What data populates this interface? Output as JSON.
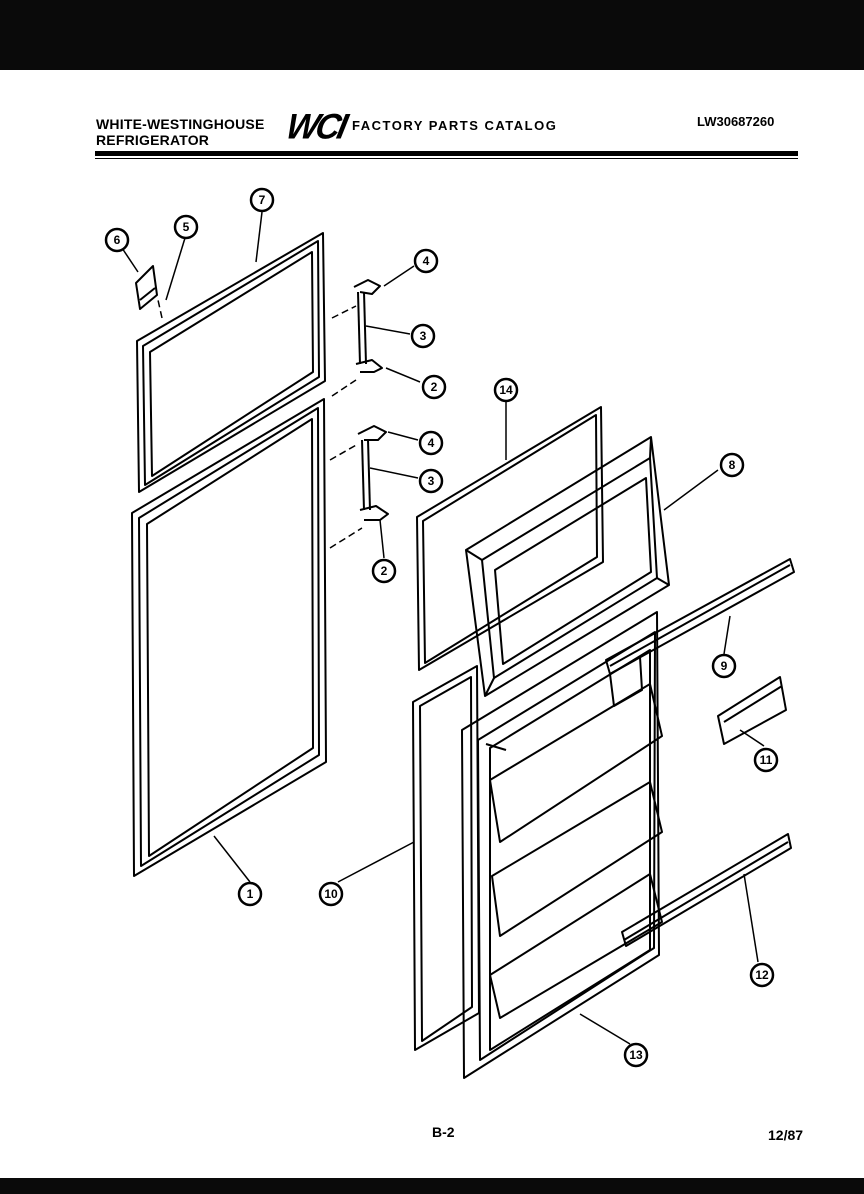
{
  "header": {
    "brand_line1": "WHITE-WESTINGHOUSE",
    "brand_line2": "REFRIGERATOR",
    "logo_text": "WCI",
    "catalog_title": "FACTORY PARTS CATALOG",
    "model_number": "LW30687260"
  },
  "footer": {
    "page_number": "B-2",
    "date_code": "12/87"
  },
  "callouts": [
    "1",
    "2",
    "2",
    "3",
    "3",
    "4",
    "4",
    "5",
    "6",
    "7",
    "8",
    "9",
    "10",
    "11",
    "12",
    "13",
    "14"
  ],
  "colors": {
    "ink": "#000000",
    "paper": "#ffffff"
  }
}
